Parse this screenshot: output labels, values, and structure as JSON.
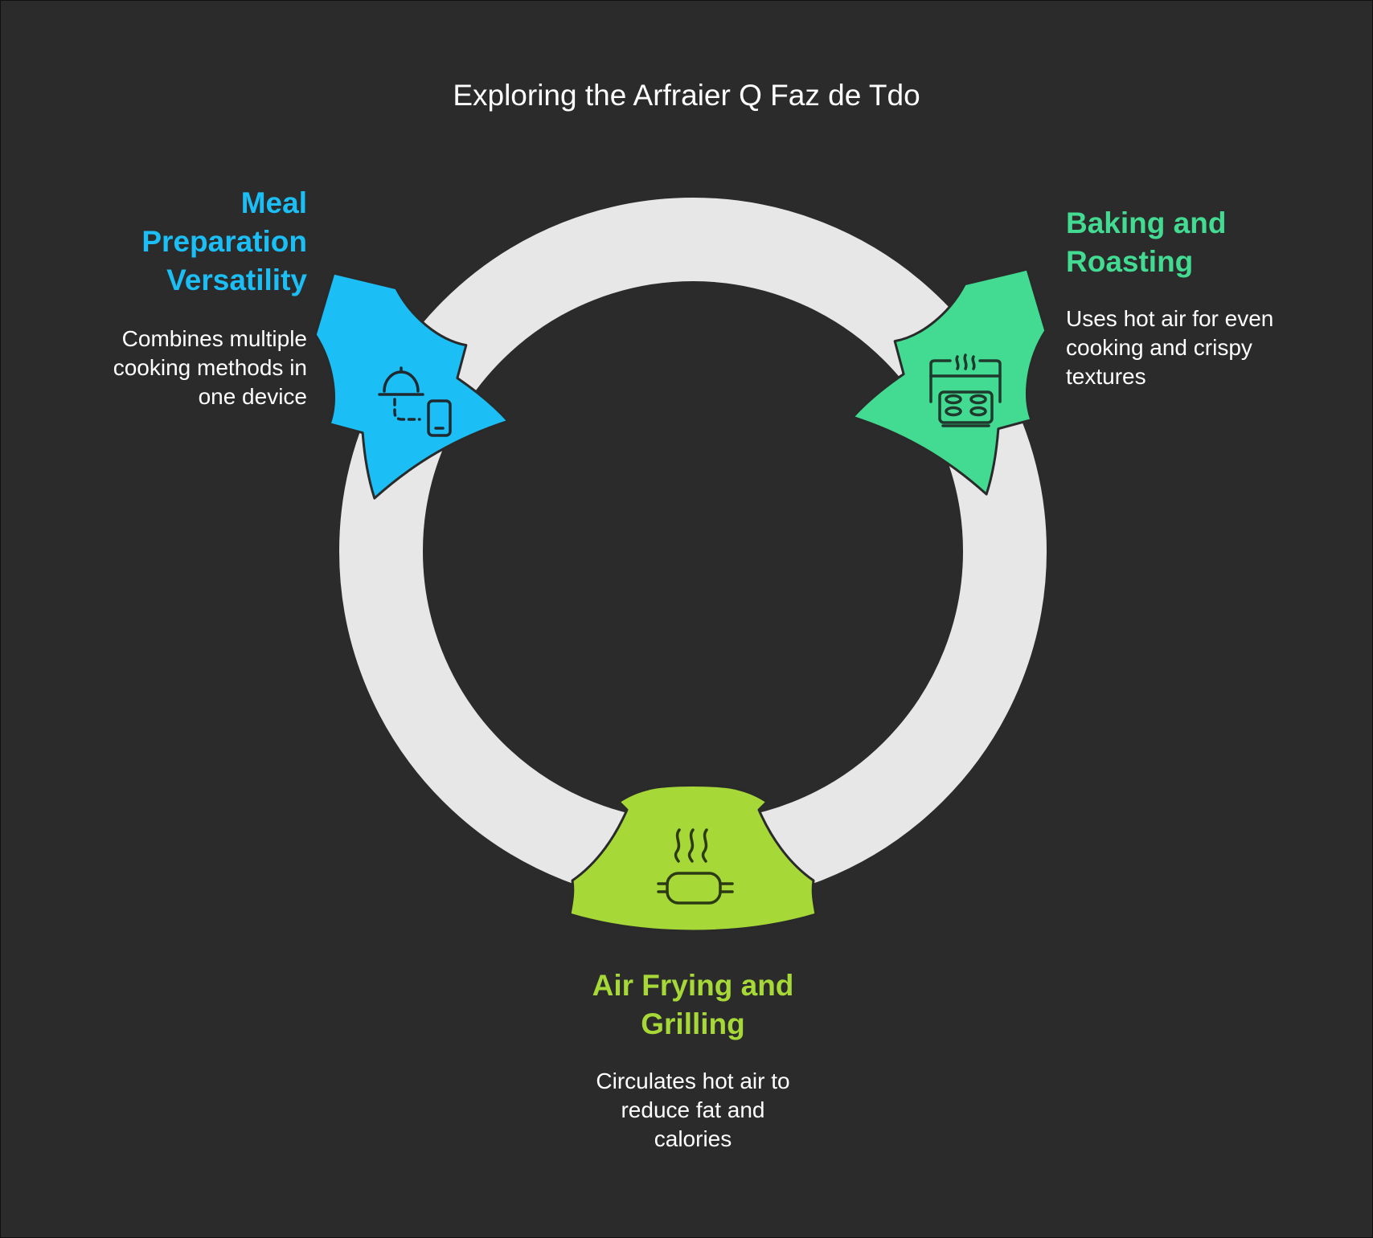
{
  "title": "Exploring the Arfraier Q Faz de Tdo",
  "colors": {
    "background": "#2b2b2b",
    "ring": "#e7e7e7",
    "outline": "#2a2a2a",
    "meal": "#1bbff6",
    "baking": "#43db92",
    "frying": "#a6d838",
    "text": "#ffffff"
  },
  "sections": [
    {
      "id": "meal",
      "heading_lines": [
        "Meal",
        "Preparation",
        "Versatility"
      ],
      "description_lines": [
        "Combines multiple",
        "cooking methods in",
        "one device"
      ],
      "icon": "serving-cloche-phone-icon",
      "color": "#1bbff6"
    },
    {
      "id": "baking",
      "heading_lines": [
        "Baking and",
        "Roasting"
      ],
      "description_lines": [
        "Uses hot air for even",
        "cooking and crispy",
        "textures"
      ],
      "icon": "oven-tray-icon",
      "color": "#43db92"
    },
    {
      "id": "frying",
      "heading_lines": [
        "Air Frying and",
        "Grilling"
      ],
      "description_lines": [
        "Circulates hot air to",
        "reduce fat and",
        "calories"
      ],
      "icon": "steaming-grill-icon",
      "color": "#a6d838"
    }
  ]
}
